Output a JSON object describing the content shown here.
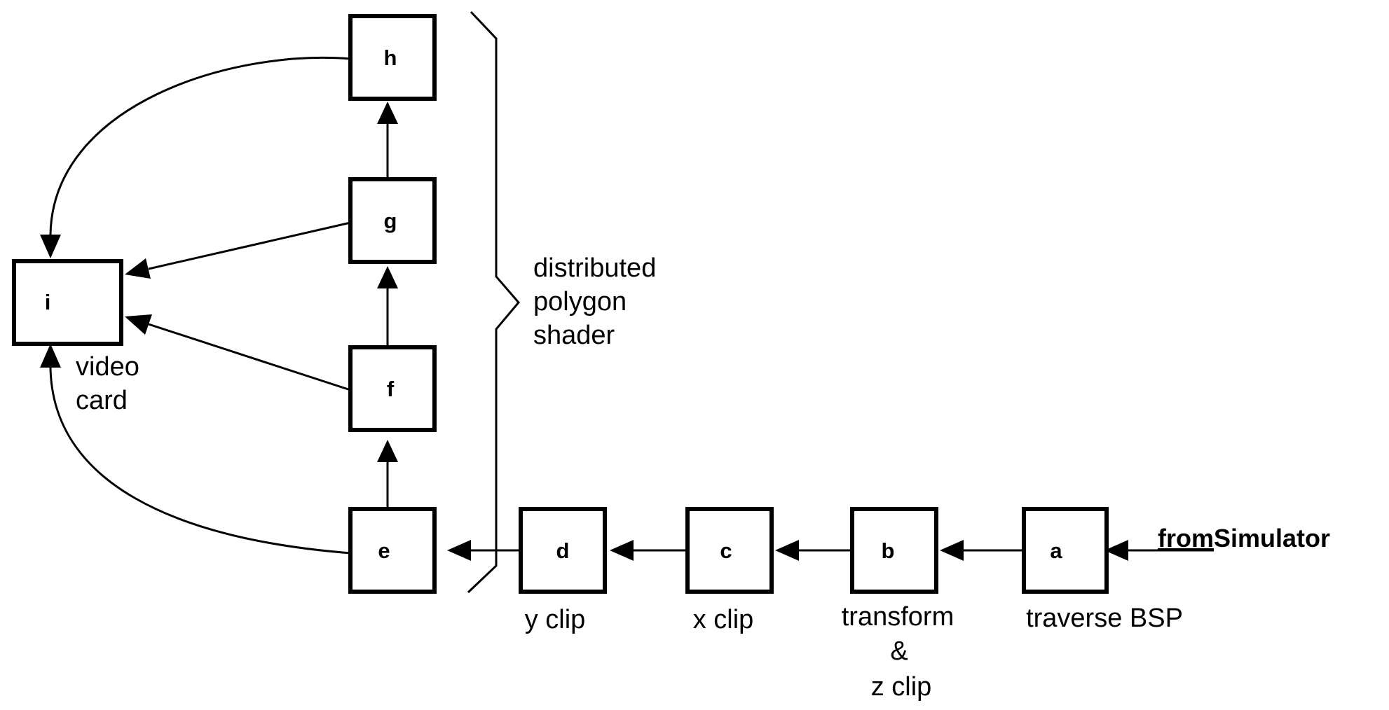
{
  "nodes": {
    "a": {
      "label": "a",
      "caption": [
        "traverse BSP"
      ]
    },
    "b": {
      "label": "b",
      "caption": [
        "transform",
        "&",
        "z clip"
      ]
    },
    "c": {
      "label": "c",
      "caption": [
        "x clip"
      ]
    },
    "d": {
      "label": "d",
      "caption": [
        "y clip"
      ]
    },
    "e": {
      "label": "e",
      "caption": []
    },
    "f": {
      "label": "f",
      "caption": []
    },
    "g": {
      "label": "g",
      "caption": []
    },
    "h": {
      "label": "h",
      "caption": []
    },
    "i": {
      "label": "i",
      "caption": [
        "video",
        "card"
      ]
    }
  },
  "input": {
    "bold": "from",
    "text": "Simulator"
  },
  "group": {
    "lines": [
      "distributed",
      "polygon",
      "shader"
    ]
  },
  "edges": [
    [
      "input",
      "a"
    ],
    [
      "a",
      "b"
    ],
    [
      "b",
      "c"
    ],
    [
      "c",
      "d"
    ],
    [
      "d",
      "e"
    ],
    [
      "e",
      "f"
    ],
    [
      "f",
      "g"
    ],
    [
      "g",
      "h"
    ],
    [
      "h",
      "i"
    ],
    [
      "g",
      "i"
    ],
    [
      "f",
      "i"
    ],
    [
      "e",
      "i"
    ]
  ]
}
